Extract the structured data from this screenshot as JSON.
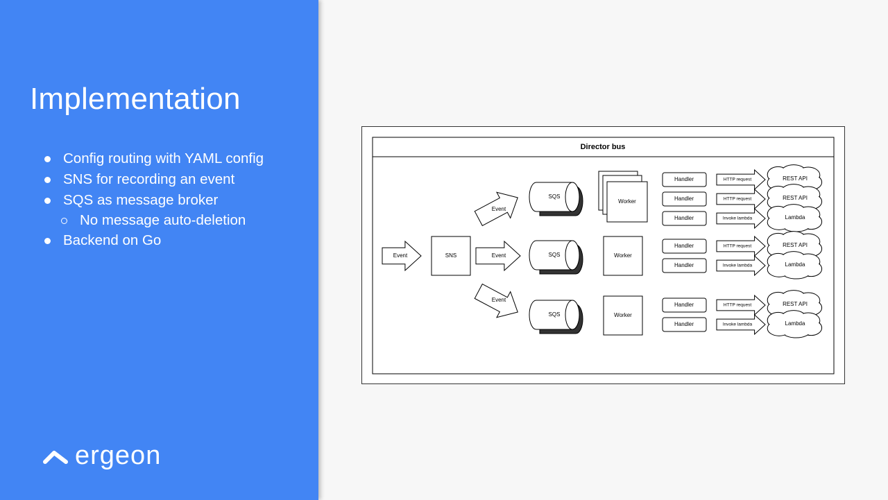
{
  "slide": {
    "title": "Implementation",
    "bullets": [
      {
        "text": "Config routing with YAML config",
        "level": 1
      },
      {
        "text": "SNS for recording an event",
        "level": 1
      },
      {
        "text": "SQS as message broker",
        "level": 1
      },
      {
        "text": "No message auto-deletion",
        "level": 2
      },
      {
        "text": "Backend on Go",
        "level": 1
      }
    ],
    "logo_text": "ergeon",
    "colors": {
      "panel": "#4285f4",
      "background": "#f7f7f7"
    }
  },
  "diagram": {
    "title": "Director bus",
    "source_event": "Event",
    "sns": "SNS",
    "lanes": [
      {
        "event": "Event",
        "queue": "SQS",
        "worker": "Worker",
        "handlers": [
          {
            "handler": "Handler",
            "action": "HTTP request",
            "target": "REST API"
          },
          {
            "handler": "Handler",
            "action": "HTTP request",
            "target": "REST API"
          },
          {
            "handler": "Handler",
            "action": "Invoke lambda",
            "target": "Lambda"
          }
        ]
      },
      {
        "event": "Event",
        "queue": "SQS",
        "worker": "Worker",
        "handlers": [
          {
            "handler": "Handler",
            "action": "HTTP request",
            "target": "REST API"
          },
          {
            "handler": "Handler",
            "action": "Invoke lambda",
            "target": "Lambda"
          }
        ]
      },
      {
        "event": "Event",
        "queue": "SQS",
        "worker": "Worker",
        "handlers": [
          {
            "handler": "Handler",
            "action": "HTTP request",
            "target": "REST API"
          },
          {
            "handler": "Handler",
            "action": "Invoke lambda",
            "target": "Lambda"
          }
        ]
      }
    ]
  }
}
